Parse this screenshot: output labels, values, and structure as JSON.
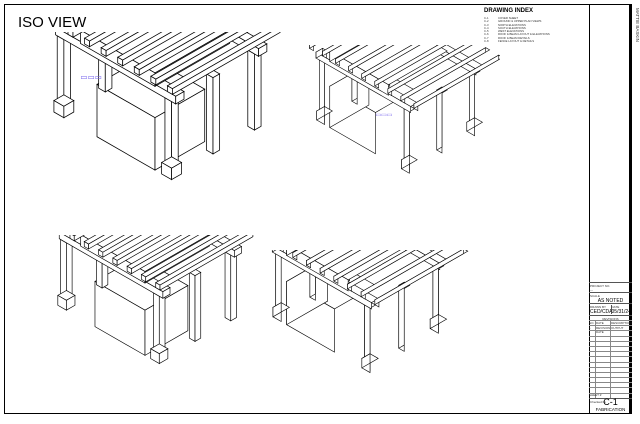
{
  "sheet_title": "ISO VIEW",
  "side_label": "MATTIE BASKIN",
  "drawing_index": {
    "heading": "DRAWING INDEX",
    "items": [
      {
        "no": "C-1",
        "title": "COVER SHEET"
      },
      {
        "no": "C-2",
        "title": "GROUND & UPPER PLAN VIEWS"
      },
      {
        "no": "C-3",
        "title": "NORTH ELEVATIONS"
      },
      {
        "no": "C-4",
        "title": "SOUTH ELEVATIONS"
      },
      {
        "no": "C-5",
        "title": "WEST ELEVATIONS"
      },
      {
        "no": "C-6",
        "title": "ROOF & BEAM LAYOUT & ELEVATIONS"
      },
      {
        "no": "C-7",
        "title": "ROOF & BEAM DETAILS"
      },
      {
        "no": "C-8",
        "title": "FENCE LAYOUT & DETAILS"
      }
    ]
  },
  "title_block": {
    "project_no_label": "PROJECT NO.",
    "project_no": "---",
    "scale_label": "SCALE",
    "scale": "AS NOTED",
    "drawn_by_label": "DRAWN BY",
    "drawn_by": "CED/CDA",
    "date_label": "DATE",
    "date": "05/31/24",
    "revisions_label": "REVISIONS",
    "rev_headers": [
      "NO.",
      "DATE",
      "DESCRIPTION"
    ],
    "rev_first": {
      "no": "1",
      "date": "REVISION DATE",
      "desc": "OUTPUT"
    },
    "checked_by_label": "Checked by",
    "sheet_label": "SHEET #",
    "sheet_no": "C-1",
    "sheet_name": "FABRICATION"
  },
  "colors": {
    "line": "#000000",
    "highlight": "#7b68ee"
  }
}
